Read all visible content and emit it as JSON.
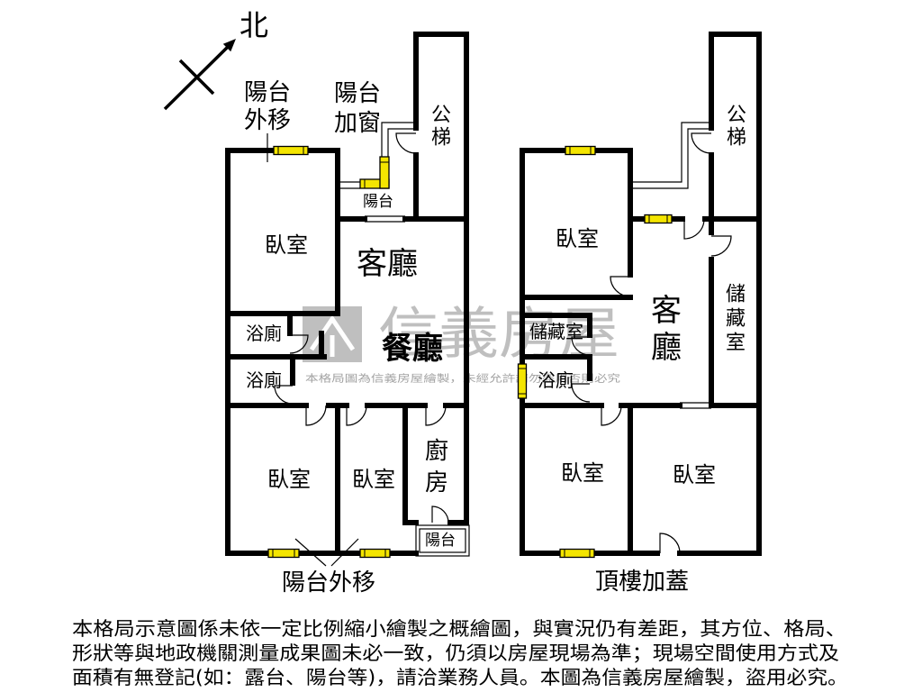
{
  "colors": {
    "background": "#ffffff",
    "wall": "#000000",
    "thin_line": "#000000",
    "window": "#f4e500",
    "watermark": "#8c8c8c"
  },
  "compass": {
    "north": "北"
  },
  "left_plan": {
    "note_balcony_moved": [
      "陽台",
      "外移"
    ],
    "note_balcony_window": [
      "陽台",
      "加窗"
    ],
    "note_bottom_balcony_moved": "陽台外移",
    "stair": [
      "公",
      "梯"
    ],
    "balcony_top": "陽台",
    "bedroom_top": "臥室",
    "living_room": "客廳",
    "bath_upper": "浴廁",
    "dining_room": "餐廳",
    "bath_lower": "浴廁",
    "bedroom_bottom_left": "臥室",
    "bedroom_bottom_middle": "臥室",
    "kitchen": [
      "廚",
      "房"
    ],
    "balcony_bottom": "陽台"
  },
  "right_plan": {
    "caption": "頂樓加蓋",
    "stair": [
      "公",
      "梯"
    ],
    "bedroom_top": "臥室",
    "living_room": [
      "客",
      "廳"
    ],
    "storage_large": [
      "儲",
      "藏",
      "室"
    ],
    "storage_small": "儲藏室",
    "bath": "浴廁",
    "bedroom_bottom_left": "臥室",
    "bedroom_bottom_right": "臥室"
  },
  "watermark": {
    "brand": "信義房屋",
    "notice": "本格局圖為信義房屋繪製，未經允許請勿盜用否則必究"
  },
  "disclaimer": [
    "本格局示意圖係未依一定比例縮小繪製之概繪圖，與實況仍有差距，其方位、格局、",
    "形狀等與地政機關測量成果圖未必一致，仍須以房屋現場為準；現場空間使用方式及",
    "面積有無登記(如：露台、陽台等)，請洽業務人員。本圖為信義房屋繪製，盜用必究。"
  ]
}
